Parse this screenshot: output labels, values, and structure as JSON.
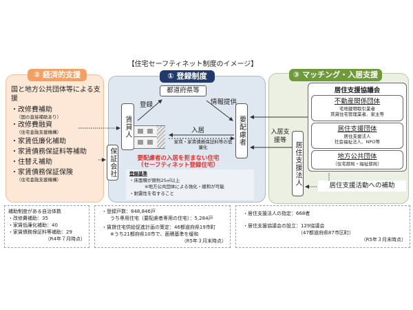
{
  "title": "【住宅セーフティネット制度のイメージ】",
  "left": {
    "header": "② 経済的支援",
    "intro": "国と地方公共団体等による支援",
    "items": [
      {
        "label": "・改修費補助",
        "note": "（国の直接補助あり）"
      },
      {
        "label": "・改修費融資",
        "note": "（住宅金融支援機構）"
      },
      {
        "label": "・家賃低廉化補助",
        "note": ""
      },
      {
        "label": "・家賃債務保証料等補助",
        "note": ""
      },
      {
        "label": "・住替え補助",
        "note": ""
      },
      {
        "label": "・家賃債務保証保険",
        "note": "（住宅金融支援機構）"
      }
    ],
    "guarantor": "保証会社"
  },
  "center": {
    "header": "① 登録制度",
    "prefecture": "都道府県等",
    "landlord": "賃貸人",
    "tenant": "要配慮者",
    "register": "登録",
    "info": "情報提供",
    "move_in": "入居",
    "rent_reduction": "家賃・家賃債務保証料等の低廉化",
    "red_line1": "要配慮者の入居を拒まない住宅",
    "red_line2": "（セーフティネット登録住宅）",
    "criteria_title": "登録基準",
    "criteria": [
      "・床面積が原則25㎡以上",
      "※地方公共団体による強化・緩和が可能",
      "・耐震性を有すること"
    ]
  },
  "right": {
    "header": "③ マッチング・入居支援",
    "council": "居住支援協議会",
    "groups": [
      {
        "title": "不動産関係団体",
        "lines": [
          "宅地建物取引業者",
          "賃貸住宅管理業者、家主等"
        ]
      },
      {
        "title": "居住支援団体",
        "lines": [
          "居住支援法人",
          "社会福祉法人、NPO等"
        ]
      },
      {
        "title": "地方公共団体",
        "lines": [
          "（住宅部局・福祉部局）"
        ]
      }
    ],
    "support_corp": "居住支援法人",
    "move_in_support": "入居支援等",
    "subsidy": "居住支援活動への補助"
  },
  "stats": [
    {
      "lines": [
        "補助制度がある自治体数",
        "・改修費補助：35",
        "・家賃低廉化補助：40",
        "・家賃債務保証料等補助：29"
      ],
      "date": "（R4年７月時点）"
    },
    {
      "lines": [
        "・登録戸数：848,846戸",
        "うち専用住宅（要配慮者専用の住宅）：5,284戸",
        "・賃貸住宅供給促進計画の策定：46都道府県19市町",
        "※うち21都府県10市で、面積基準を緩和"
      ],
      "date": "（R5年３月末時点）"
    },
    {
      "lines": [
        "・居住支援法人の指定：668者",
        "・居住支援協議会の設立：129協議会",
        "（47都道府県87市区町）"
      ],
      "date": "（R5年３月末時点）"
    }
  ],
  "colors": {
    "orange": "#f4a064",
    "navy": "#1f3a6b",
    "green": "#6f9a3c",
    "red": "#e0302a"
  }
}
